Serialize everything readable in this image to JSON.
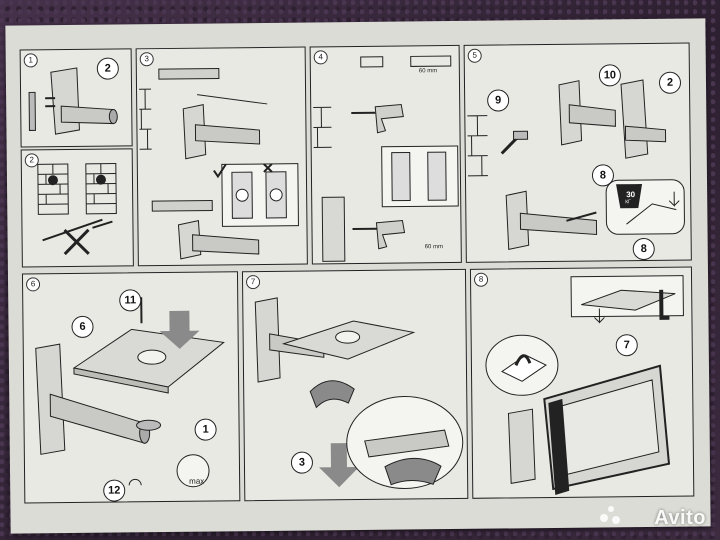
{
  "panels": [
    {
      "step": "1",
      "callouts": [
        "2"
      ]
    },
    {
      "step": "2",
      "callouts": []
    },
    {
      "step": "3",
      "callouts": []
    },
    {
      "step": "4",
      "callouts": [],
      "texts": [
        "60 mm",
        "60 mm"
      ]
    },
    {
      "step": "5",
      "callouts": [
        "9",
        "10",
        "2",
        "8",
        "8"
      ],
      "weight": "30",
      "weight_unit": "КГ"
    },
    {
      "step": "6",
      "callouts": [
        "11",
        "6",
        "1",
        "12"
      ],
      "max_label": "max"
    },
    {
      "step": "7",
      "callouts": [
        "3"
      ]
    },
    {
      "step": "8",
      "callouts": [
        "7"
      ]
    }
  ],
  "colors": {
    "ink": "#222222",
    "paper": "#e9e9e4",
    "arrow": "#8a8a8a"
  },
  "icons": [
    "wall-bracket-icon",
    "drill-icon",
    "hammer-icon",
    "screwdriver-icon",
    "weight-icon",
    "check-mark-icon",
    "cross-mark-icon",
    "arrow-down-icon",
    "arrow-up-icon",
    "tv-icon"
  ],
  "watermark": "Avito"
}
